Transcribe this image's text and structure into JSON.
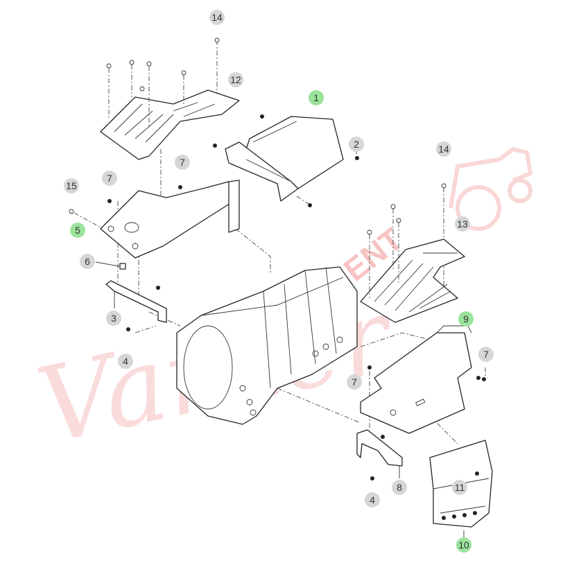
{
  "diagram": {
    "type": "exploded parts diagram",
    "callouts": [
      {
        "label": "14",
        "highlight": false
      },
      {
        "label": "12",
        "highlight": false
      },
      {
        "label": "1",
        "highlight": true
      },
      {
        "label": "2",
        "highlight": false
      },
      {
        "label": "14",
        "highlight": false
      },
      {
        "label": "13",
        "highlight": false
      },
      {
        "label": "7",
        "highlight": false
      },
      {
        "label": "7",
        "highlight": false
      },
      {
        "label": "15",
        "highlight": false
      },
      {
        "label": "5",
        "highlight": true
      },
      {
        "label": "6",
        "highlight": false
      },
      {
        "label": "3",
        "highlight": false
      },
      {
        "label": "4",
        "highlight": false
      },
      {
        "label": "9",
        "highlight": true
      },
      {
        "label": "7",
        "highlight": false
      },
      {
        "label": "7",
        "highlight": false
      },
      {
        "label": "8",
        "highlight": false
      },
      {
        "label": "4",
        "highlight": false
      },
      {
        "label": "11",
        "highlight": false
      },
      {
        "label": "10",
        "highlight": true
      }
    ]
  },
  "watermark": {
    "script_text": "Varner",
    "text": "EQUIPMENT"
  },
  "colors": {
    "highlight": "#9be39b",
    "callout": "#d6d6d6",
    "watermark": "#e63c3c",
    "line": "#222222"
  }
}
